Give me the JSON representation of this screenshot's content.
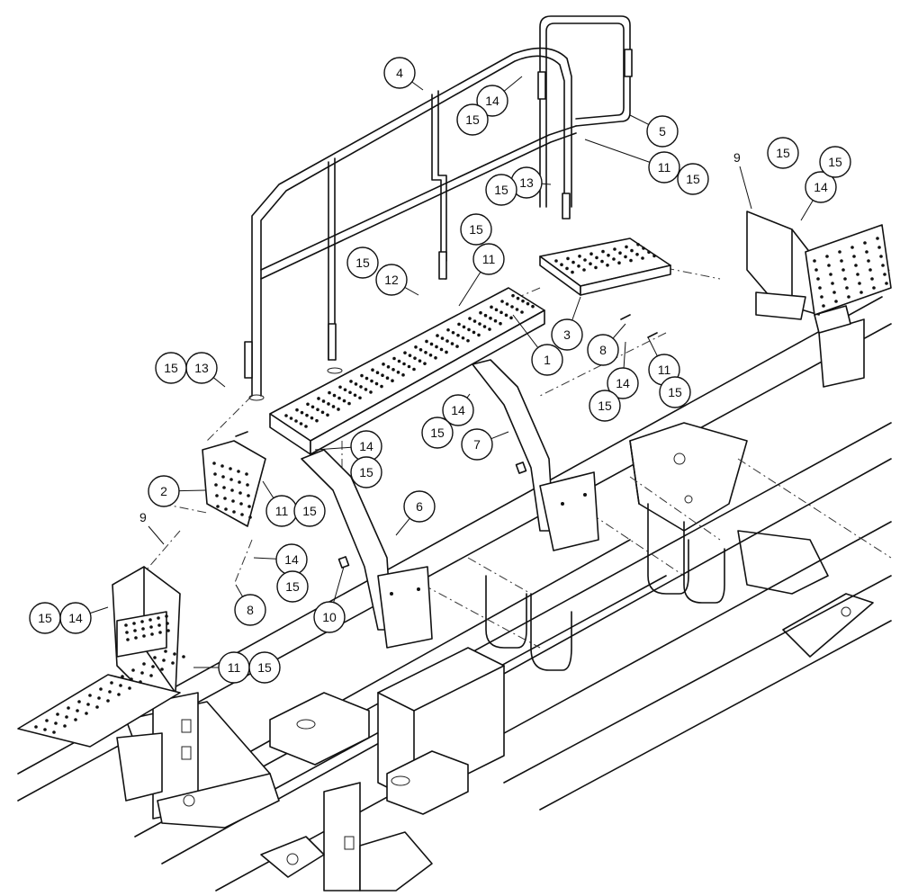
{
  "callouts": {
    "c1": "1",
    "c2": "2",
    "c3": "3",
    "c4": "4",
    "c5": "5",
    "c6": "6",
    "c7": "7",
    "c8a": "8",
    "c8b": "8",
    "c9a": "9",
    "c9b": "9",
    "c10": "10",
    "c11a": "11",
    "c11b": "11",
    "c11c": "11",
    "c11d": "11",
    "c11e": "11",
    "c12": "12",
    "c13a": "13",
    "c13b": "13",
    "c14a": "14",
    "c14b": "14",
    "c14c": "14",
    "c14d": "14",
    "c14e": "14",
    "c14f": "14",
    "c14g": "14",
    "c15a": "15",
    "c15b": "15",
    "c15c": "15",
    "c15d": "15",
    "c15e": "15",
    "c15f": "15",
    "c15g": "15",
    "c15h": "15",
    "c15i": "15",
    "c15j": "15",
    "c15k": "15",
    "c15l": "15",
    "c15m": "15",
    "c15n": "15",
    "c15o": "15",
    "c15p": "15"
  }
}
